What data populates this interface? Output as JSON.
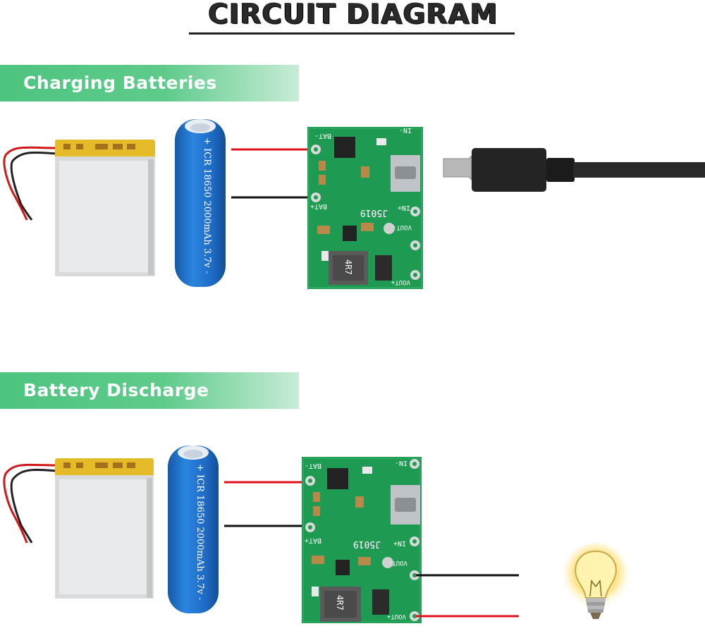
{
  "title": "CIRCUIT DIAGRAM",
  "sections": [
    {
      "heading": "Charging Batteries"
    },
    {
      "heading": "Battery Discharge"
    }
  ],
  "cell_label": "+ ICR 18650 2000mAh 3.7v -",
  "module": {
    "pad_bat_minus": "BAT-",
    "pad_bat_plus": "BAT+",
    "pad_in_minus": "IN-",
    "pad_in_plus": "IN+",
    "pad_vout_minus": "VOUT-",
    "pad_vout_plus": "VOUT+",
    "chip_code": "J5019",
    "inductor_code": "4R7"
  },
  "colors": {
    "banner_green": "#4dc47f",
    "pcb_green": "#1f9a52",
    "wire_red": "#e0101c",
    "wire_black": "#111111",
    "cell_blue": "#1f6fd0",
    "lipo_yellow": "#e6bb2a"
  }
}
